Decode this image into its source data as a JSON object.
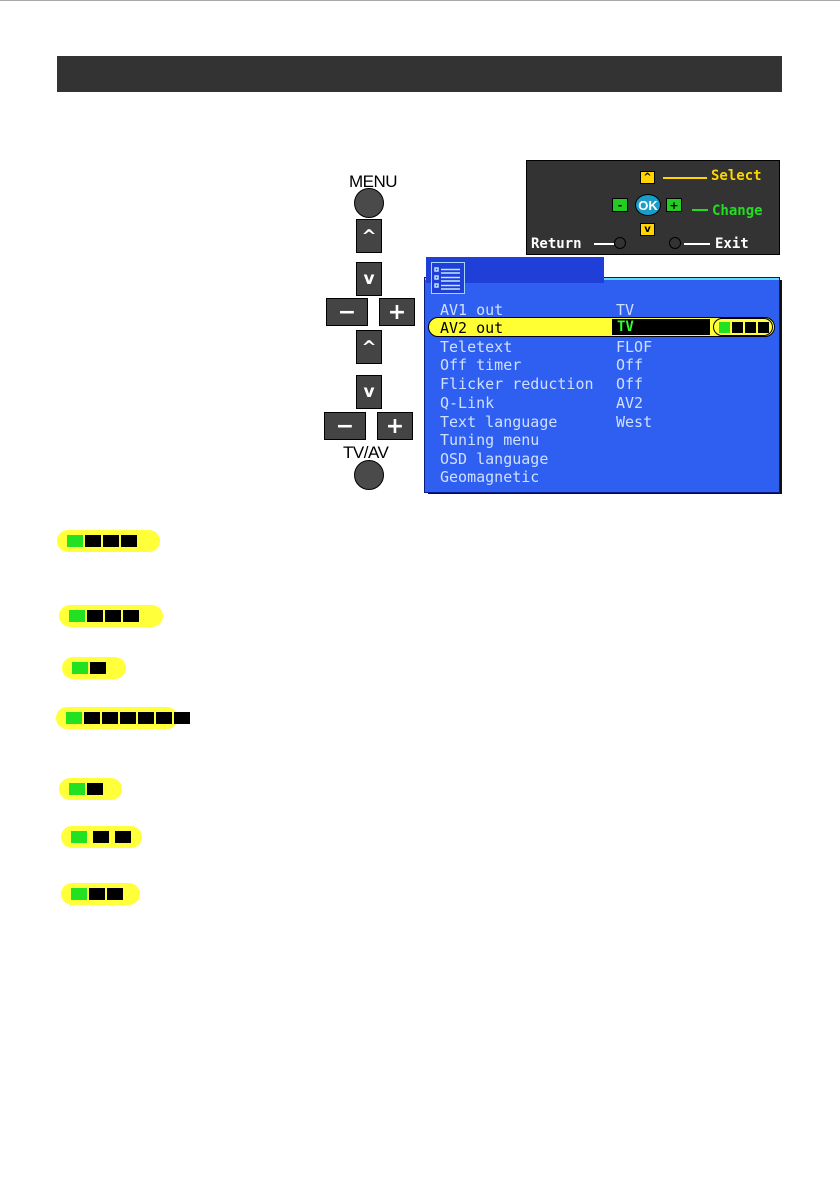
{
  "remote": {
    "menu_label": "MENU",
    "tvav_label": "TV/AV",
    "up_symbol": "^",
    "down_symbol": "v",
    "minus_symbol": "−",
    "plus_symbol": "+"
  },
  "help": {
    "select": "Select",
    "change": "Change",
    "return": "Return",
    "exit": "Exit",
    "ok": "OK",
    "up": "^",
    "down": "v",
    "minus": "-",
    "plus": "+"
  },
  "osd": {
    "rows": [
      {
        "label": "AV1 out",
        "value": "TV"
      },
      {
        "label": "AV2 out",
        "value": "TV"
      },
      {
        "label": "Teletext",
        "value": "FLOF"
      },
      {
        "label": "Off timer",
        "value": "Off"
      },
      {
        "label": "Flicker reduction",
        "value": "Off"
      },
      {
        "label": "Q-Link",
        "value": "AV2"
      },
      {
        "label": "Text language",
        "value": "West"
      },
      {
        "label": "Tuning menu",
        "value": ""
      },
      {
        "label": "OSD language",
        "value": ""
      },
      {
        "label": "Geomagnetic",
        "value": ""
      }
    ],
    "selected_index": 1,
    "selected_indicator": {
      "segments": 4,
      "active": 1
    }
  },
  "indicators": [
    {
      "segments": 4,
      "active": 1
    },
    {
      "segments": 4,
      "active": 1
    },
    {
      "segments": 2,
      "active": 1
    },
    {
      "segments": 7,
      "active": 1
    },
    {
      "segments": 2,
      "active": 1
    },
    {
      "segments": 3,
      "active": 1
    },
    {
      "segments": 3,
      "active": 1
    }
  ],
  "colors": {
    "header": "#333333",
    "osd_bg": "#2f5ff0",
    "highlight": "#ffff33",
    "active_segment": "#22e022",
    "help_select": "#ffd400",
    "help_change": "#22dd22"
  }
}
